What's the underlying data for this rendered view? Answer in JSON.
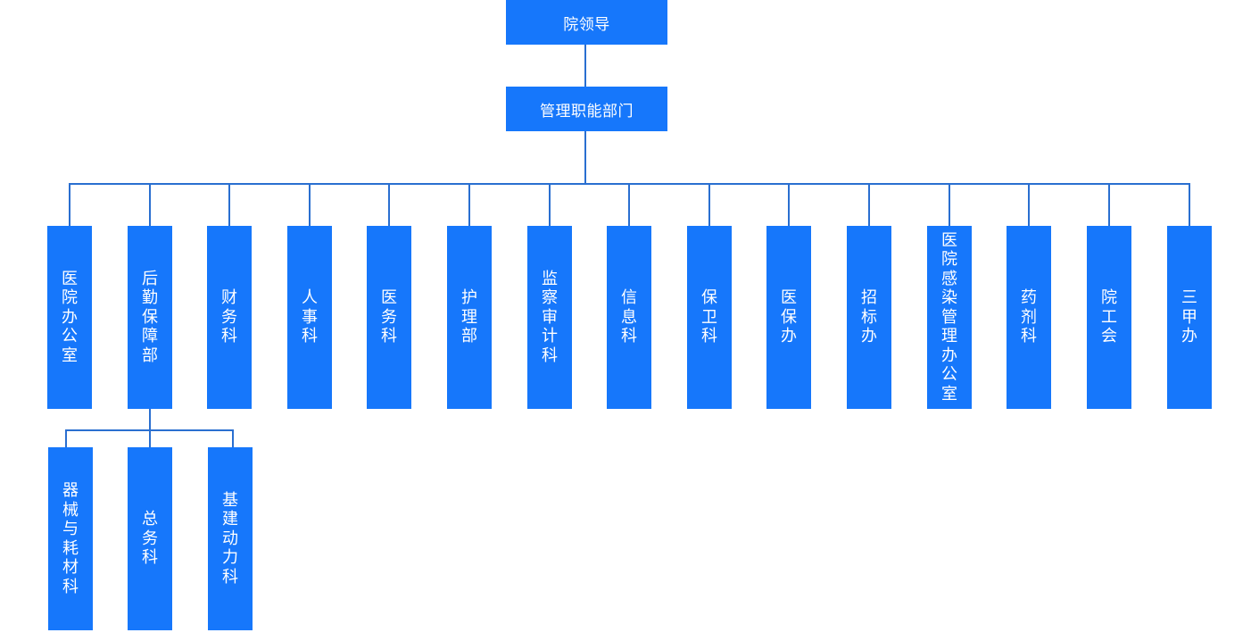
{
  "root": {
    "label": "院领导"
  },
  "management": {
    "label": "管理职能部门"
  },
  "departments": [
    {
      "label": "医院办公室"
    },
    {
      "label": "后勤保障部"
    },
    {
      "label": "财务科"
    },
    {
      "label": "人事科"
    },
    {
      "label": "医务科"
    },
    {
      "label": "护理部"
    },
    {
      "label": "监察审计科"
    },
    {
      "label": "信息科"
    },
    {
      "label": "保卫科"
    },
    {
      "label": "医保办"
    },
    {
      "label": "招标办"
    },
    {
      "label": "医院感染管理办公室"
    },
    {
      "label": "药剂科"
    },
    {
      "label": "院工会"
    },
    {
      "label": "三甲办"
    }
  ],
  "logistics_sub": [
    {
      "label": "器械与耗材科"
    },
    {
      "label": "总务科"
    },
    {
      "label": "基建动力科"
    }
  ],
  "colors": {
    "box": "#1677fb",
    "connector": "#2a6fd0",
    "text": "#ffffff"
  }
}
